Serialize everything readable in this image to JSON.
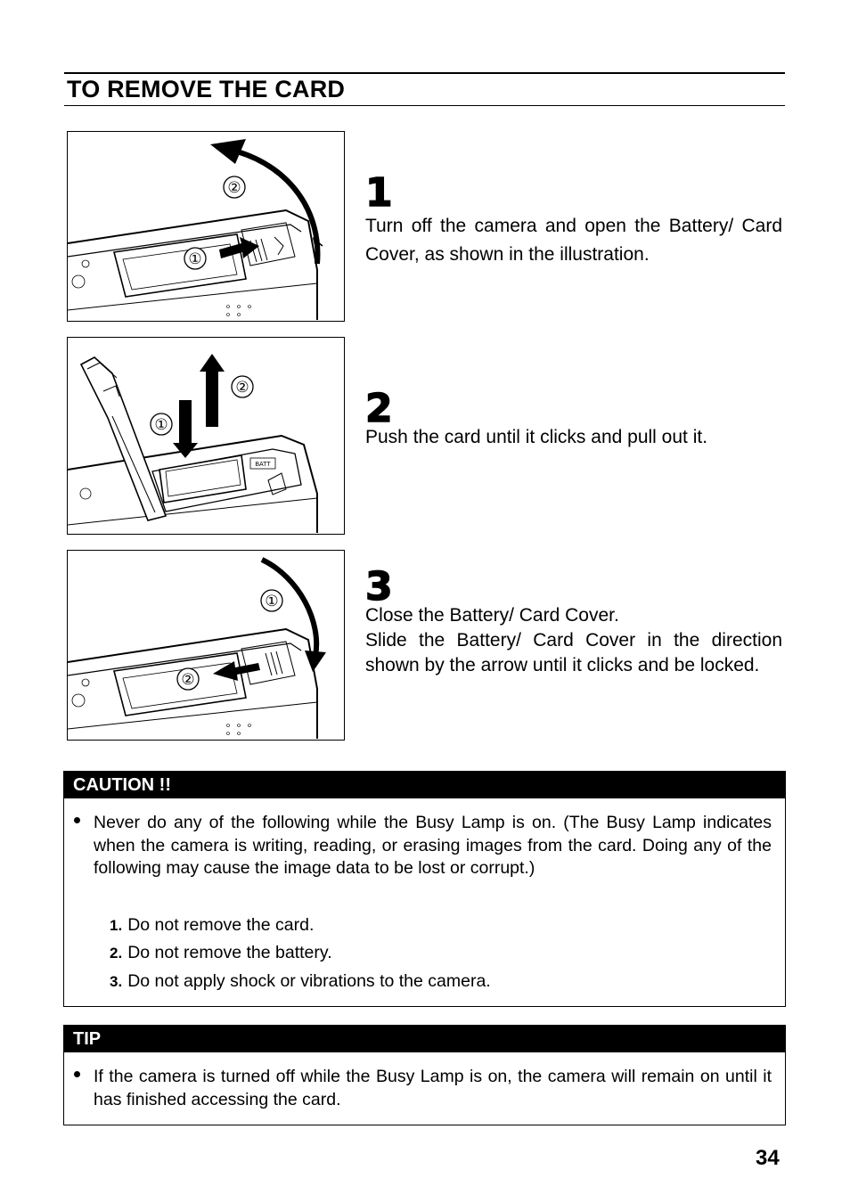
{
  "title": "TO REMOVE THE CARD",
  "steps": [
    {
      "number": "1",
      "paragraphs": [
        "Turn off the camera and open the Battery/ Card Cover, as shown in the illustration."
      ],
      "callouts": [
        "①",
        "②"
      ]
    },
    {
      "number": "2",
      "paragraphs": [
        "Push the card until it clicks and pull out it."
      ],
      "callouts": [
        "①",
        "②"
      ],
      "label": "BATT"
    },
    {
      "number": "3",
      "paragraphs": [
        "Close the Battery/ Card Cover.",
        "Slide the Battery/ Card Cover in the direction shown by the arrow until it clicks and be locked."
      ],
      "callouts": [
        "①",
        "②"
      ]
    }
  ],
  "caution": {
    "header": "CAUTION !!",
    "bullet": "Never do any of the following while the Busy Lamp is on. (The Busy Lamp indicates when the camera is writing, reading, or erasing images from the card. Doing any of the following may cause the image data to be lost or corrupt.)",
    "items": [
      {
        "num": "1.",
        "text": "Do not remove the card."
      },
      {
        "num": "2.",
        "text": "Do not remove the battery."
      },
      {
        "num": "3.",
        "text": "Do not apply shock or vibrations to the camera."
      }
    ]
  },
  "tip": {
    "header": "TIP",
    "bullet": "If the camera is turned off while the Busy Lamp is on, the camera will remain on until it has finished accessing the card."
  },
  "page_number": "34"
}
